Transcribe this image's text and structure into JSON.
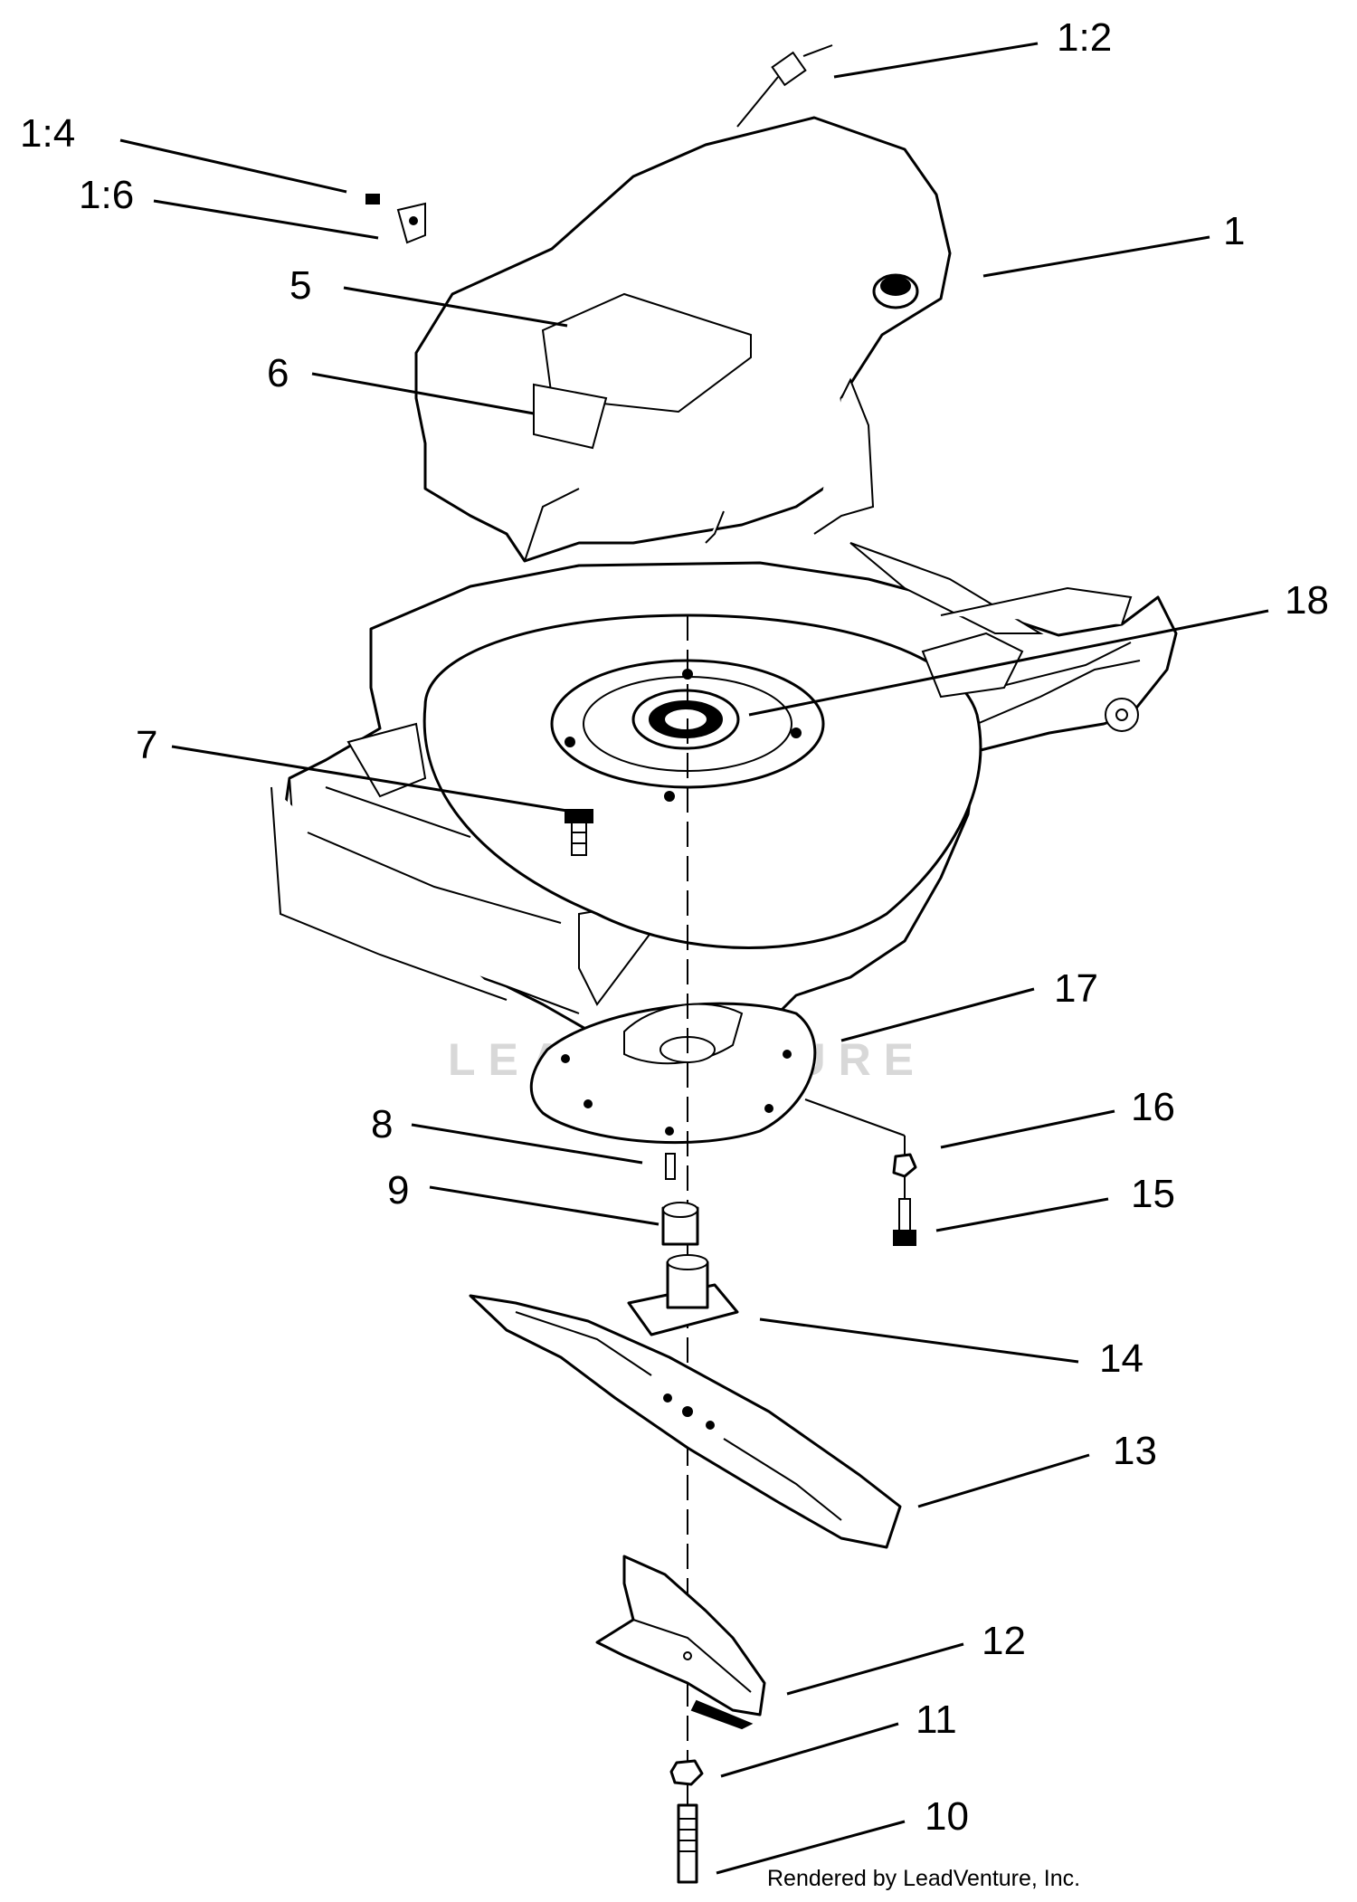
{
  "callouts": {
    "c_1_2": "1:2",
    "c_1_4": "1:4",
    "c_1_6": "1:6",
    "c_1": "1",
    "c_5": "5",
    "c_6": "6",
    "c_18": "18",
    "c_7": "7",
    "c_17": "17",
    "c_8": "8",
    "c_16": "16",
    "c_9": "9",
    "c_15": "15",
    "c_14": "14",
    "c_13": "13",
    "c_12": "12",
    "c_11": "11",
    "c_10": "10"
  },
  "watermark": "LEADVENTURE",
  "credit": "Rendered by LeadVenture, Inc."
}
